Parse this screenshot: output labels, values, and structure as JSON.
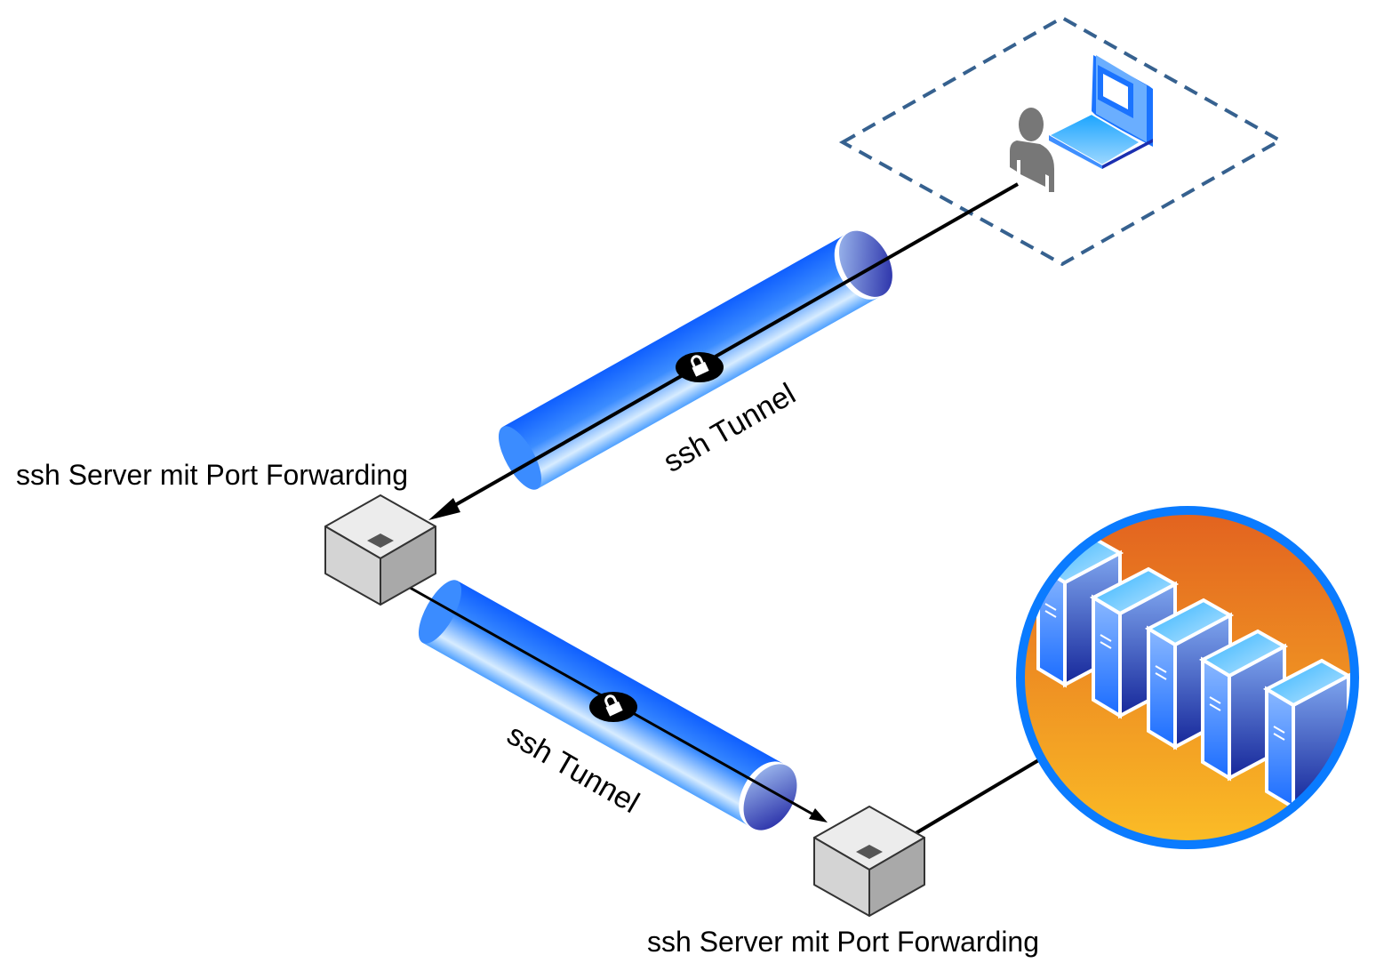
{
  "labels": {
    "server_1": "ssh Server mit Port Forwarding",
    "server_2": "ssh Server mit Port Forwarding",
    "tunnel_1": "ssh Tunnel",
    "tunnel_2": "ssh Tunnel"
  },
  "nodes": {
    "client": {
      "icons": [
        "user-icon",
        "laptop-icon"
      ],
      "zone": "dashed-boundary"
    },
    "server_1": {
      "icon": "server-box-icon"
    },
    "server_2": {
      "icon": "server-box-icon"
    },
    "target": {
      "icon": "server-rack-icon"
    }
  },
  "colors": {
    "tunnel": "#1a73ff",
    "boundary": "#36618f",
    "circle_border": "#0a7bff",
    "circle_fill_top": "#e2621f",
    "circle_fill_bottom": "#fbbd26",
    "box": "#d4d4d4"
  }
}
